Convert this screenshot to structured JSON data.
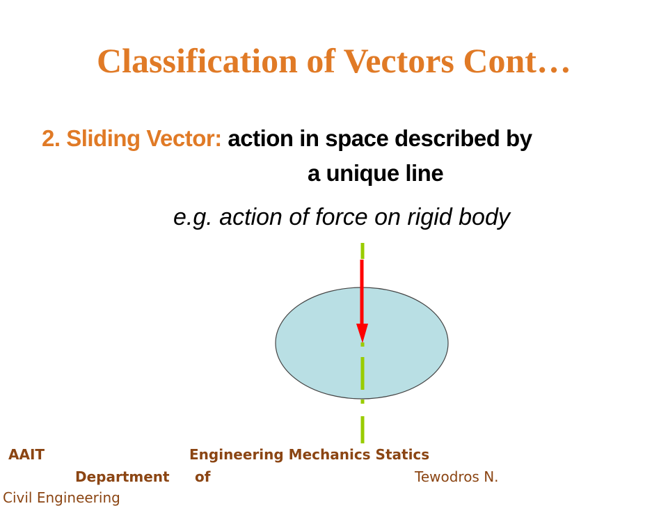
{
  "slide": {
    "title": "Classification of Vectors Cont…",
    "label": "2. Sliding Vector:",
    "definition_line1": "action in space described by",
    "definition_line2": "a unique line",
    "example": "e.g. action of force on rigid body"
  },
  "figure": {
    "body_color": "#B9DFE4",
    "line_of_action_color": "#99CC00",
    "force_color": "#FF0000"
  },
  "footer": {
    "institution": "AAIT",
    "course": "Engineering Mechanics Statics",
    "department": "Department",
    "of": "of",
    "author": "Tewodros N.",
    "department_name": "Civil Engineering"
  }
}
